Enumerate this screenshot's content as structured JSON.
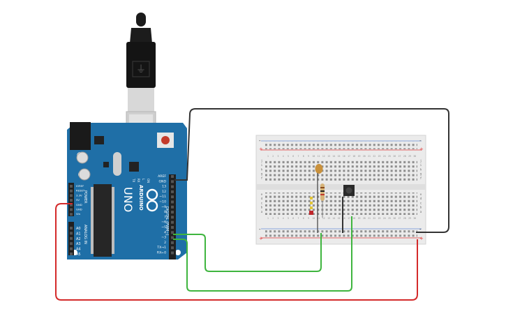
{
  "board": {
    "brand": "ARDUINO",
    "model": "UNO",
    "digital_header": "DIGITAL (PWM~)",
    "power_header": "POWER",
    "analog_header": "ANALOG IN",
    "led_labels": [
      "TX",
      "RX",
      "L",
      "ON"
    ],
    "top_pins": [
      "AREF",
      "GND",
      "13",
      "12",
      "~11",
      "~10",
      "~9",
      "8",
      "7",
      "~6",
      "~5",
      "4",
      "~3",
      "2",
      "TX→1",
      "RX←0"
    ],
    "power_pins": [
      "IOREF",
      "RESET",
      "3.3V",
      "5V",
      "GND",
      "GND",
      "Vin"
    ],
    "analog_pins": [
      "A0",
      "A1",
      "A2",
      "A3",
      "A4",
      "A5"
    ]
  },
  "breadboard": {
    "row_letters_top": [
      "j",
      "i",
      "h",
      "g",
      "f"
    ],
    "row_letters_bottom": [
      "e",
      "d",
      "c",
      "b",
      "a"
    ],
    "rail_plus": "+",
    "rail_minus": "-",
    "columns": 30
  },
  "components": [
    "usb-cable",
    "arduino-uno",
    "breadboard",
    "led",
    "resistor",
    "pushbutton"
  ],
  "colors": {
    "board": "#1f6fa7",
    "board_dark": "#16507a",
    "wire_black": "#333333",
    "wire_red": "#d42a2a",
    "wire_green": "#3fb53f",
    "rail_red": "#e03a3a",
    "rail_blue": "#6a8ed6"
  }
}
